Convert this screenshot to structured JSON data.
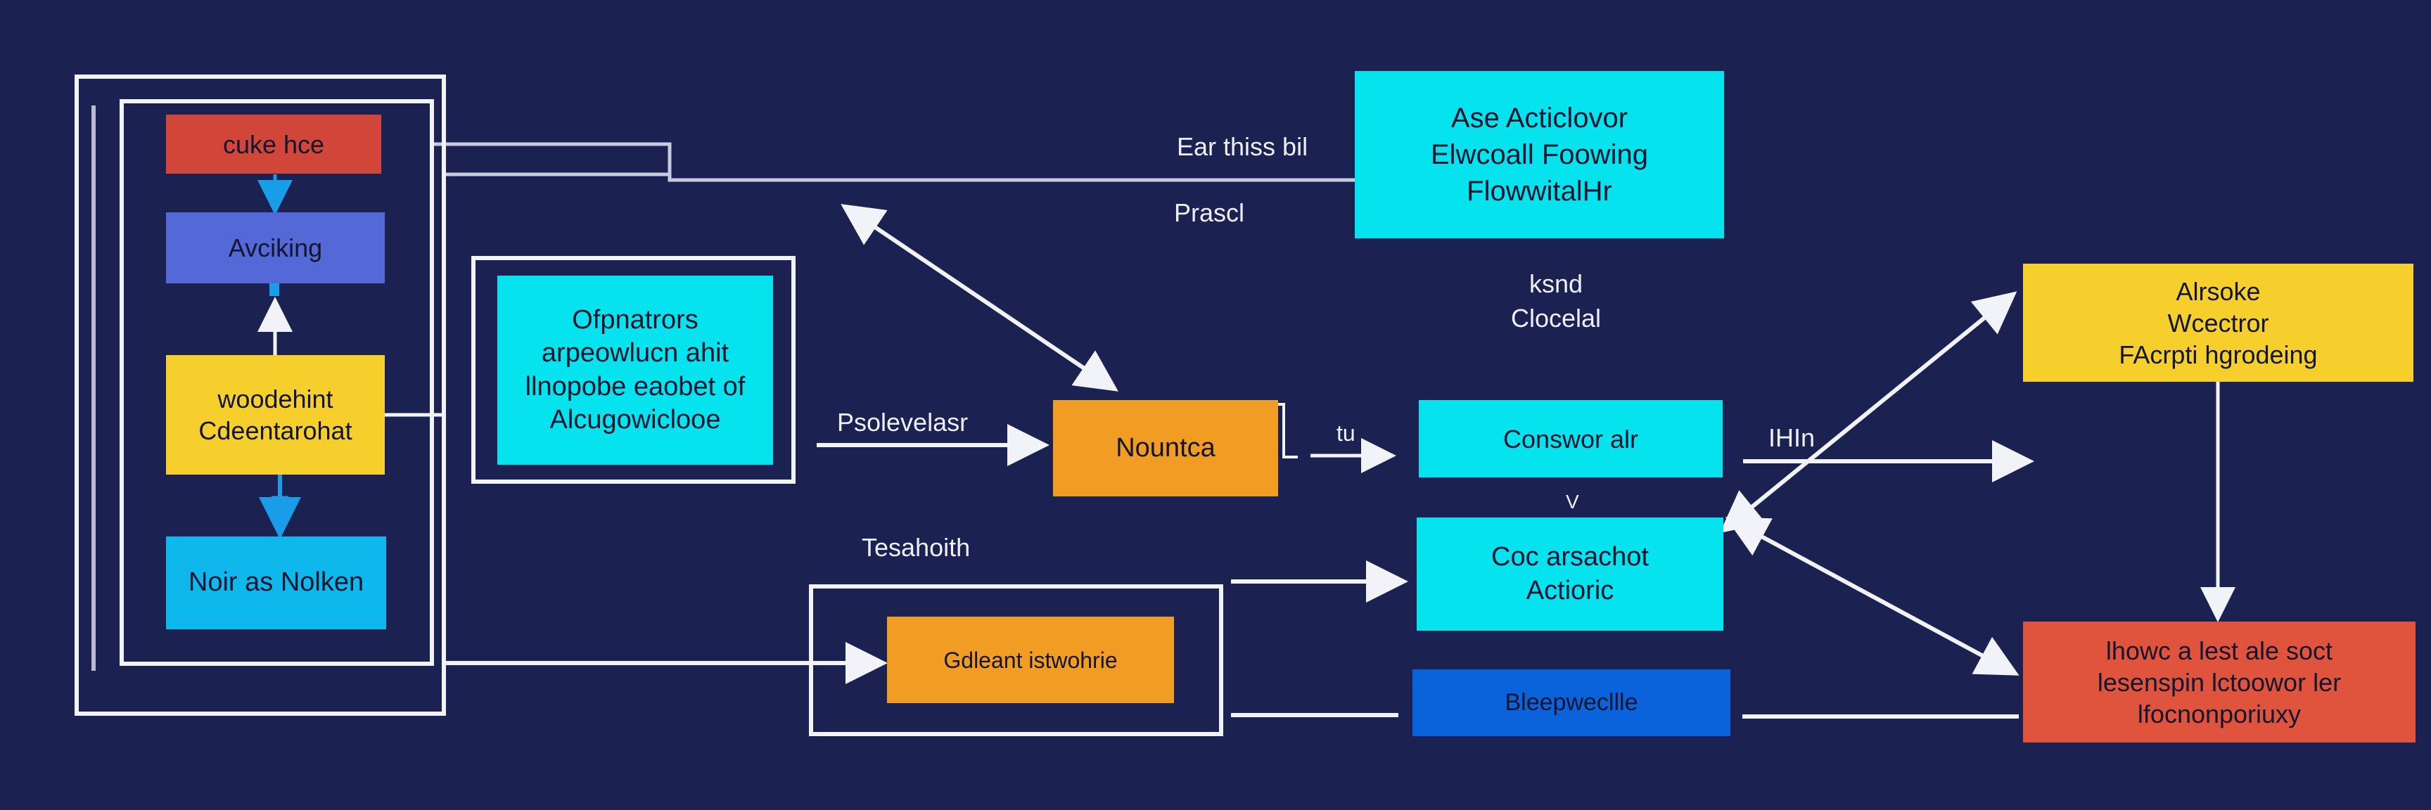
{
  "colors": {
    "background": "#1b2150",
    "connector": "#f2f3f8",
    "red": "#d2463a",
    "indigo": "#5468d6",
    "yellow": "#f7cf2c",
    "sky": "#0fb8ec",
    "cyan": "#04e3ee",
    "orange": "#f19c22",
    "blue": "#0a63da",
    "coral": "#e0533c",
    "arrow_blue": "#1a9de8"
  },
  "left_stack": {
    "nodes": [
      {
        "id": "cuke-hce",
        "label": "cuke hce"
      },
      {
        "id": "avciking",
        "label": "Avciking"
      },
      {
        "id": "woodehint",
        "label": "woodehint\nCdeentarohat"
      },
      {
        "id": "noir-as-nolken",
        "label": "Noir as Nolken"
      }
    ]
  },
  "middle": {
    "operators_box": {
      "label": "Ofpnatrors\narpeowlucn ahit\nllnopobe eaobet of\nAlcugowiclooe"
    },
    "nountca": {
      "label": "Nountca"
    },
    "gallery_box": {
      "label": "Gdleant istwohrie"
    }
  },
  "center": {
    "top_box": {
      "label": "Ase Acticlovor\nElwcoall Foowing\nFlowwitalHr"
    },
    "conswor": {
      "label": "Conswor alr"
    },
    "coc": {
      "label": "Coc arsachot\nActioric"
    },
    "bleep": {
      "label": "Bleepwecllle"
    }
  },
  "right": {
    "yellow_box": {
      "label": "Alrsoke\nWcectror\nFAcrpti hgrodeing"
    },
    "red_box": {
      "label": "lhowc a lest ale soct\nlesenspin lctoowor ler\nlfocnonporiuxy"
    }
  },
  "edge_labels": {
    "earthiss": "Ear thiss bil",
    "prascl": "Prascl",
    "ksnd": "ksnd\nClocelal",
    "psolevelasr": "Psolevelasr",
    "tu": "tu",
    "v": "V",
    "ihin": "IHIn",
    "tesahoith": "Tesahoith"
  }
}
